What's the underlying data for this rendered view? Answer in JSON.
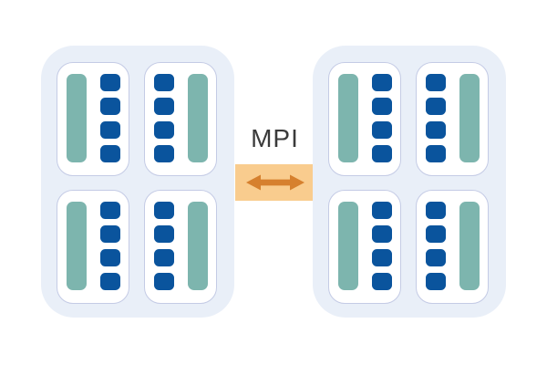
{
  "diagram": {
    "connector": {
      "label": "MPI",
      "icon": "double-headed-arrow"
    },
    "colors": {
      "background": "#ffffff",
      "node_fill": "#e9eff8",
      "socket_fill": "#ffffff",
      "socket_border": "#c4cbe5",
      "teal_bar": "#7db5ae",
      "blue_square": "#0a549d",
      "band_fill": "#f9cc8e",
      "arrow": "#d6802e",
      "label_text": "#3a3a3a"
    },
    "nodes": [
      {
        "id": "node-left",
        "sockets": [
          {
            "teal_side": "left",
            "square_count": 4
          },
          {
            "teal_side": "right",
            "square_count": 4
          },
          {
            "teal_side": "left",
            "square_count": 4
          },
          {
            "teal_side": "right",
            "square_count": 4
          }
        ]
      },
      {
        "id": "node-right",
        "sockets": [
          {
            "teal_side": "left",
            "square_count": 4
          },
          {
            "teal_side": "right",
            "square_count": 4
          },
          {
            "teal_side": "left",
            "square_count": 4
          },
          {
            "teal_side": "right",
            "square_count": 4
          }
        ]
      }
    ]
  }
}
